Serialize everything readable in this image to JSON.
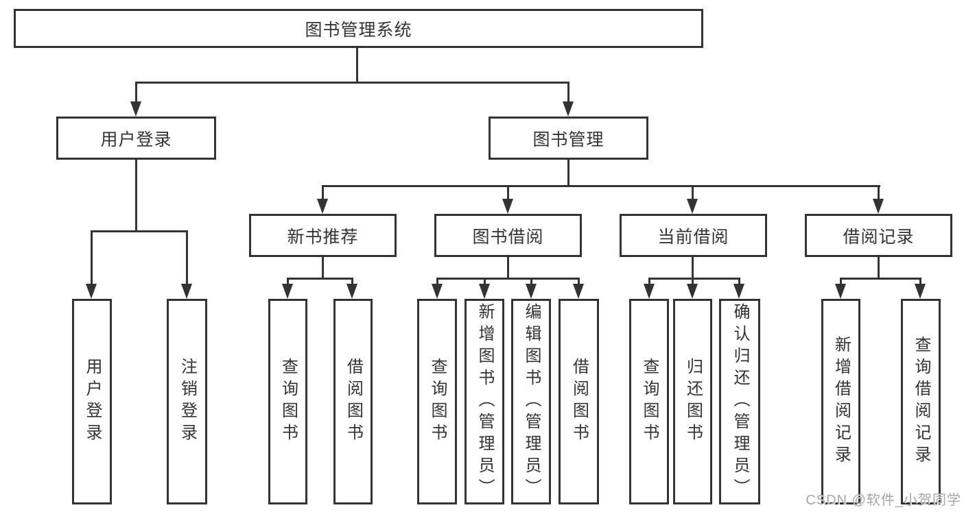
{
  "diagram_title": "图书管理系统",
  "nodes": {
    "root": {
      "label": "图书管理系统"
    },
    "user_login": {
      "label": "用户登录"
    },
    "book_mgmt": {
      "label": "图书管理"
    },
    "new_books": {
      "label": "新书推荐"
    },
    "book_borrow": {
      "label": "图书借阅"
    },
    "current_borrow": {
      "label": "当前借阅"
    },
    "borrow_records": {
      "label": "借阅记录"
    }
  },
  "leaves": {
    "user_login": [
      "用户登录",
      "注销登录"
    ],
    "new_books": [
      "查询图书",
      "借阅图书"
    ],
    "book_borrow": [
      "查询图书",
      "新增图书（管理员）",
      "编辑图书（管理员）",
      "借阅图书"
    ],
    "current_borrow": [
      "查询图书",
      "归还图书",
      "确认归还（管理员）"
    ],
    "borrow_records": [
      "新增借阅记录",
      "查询借阅记录"
    ]
  },
  "watermark": "CSDN @软件_小贺同学",
  "colors": {
    "line": "#333333",
    "text": "#333333",
    "background": "#ffffff",
    "watermark": "#a6a6a6"
  }
}
